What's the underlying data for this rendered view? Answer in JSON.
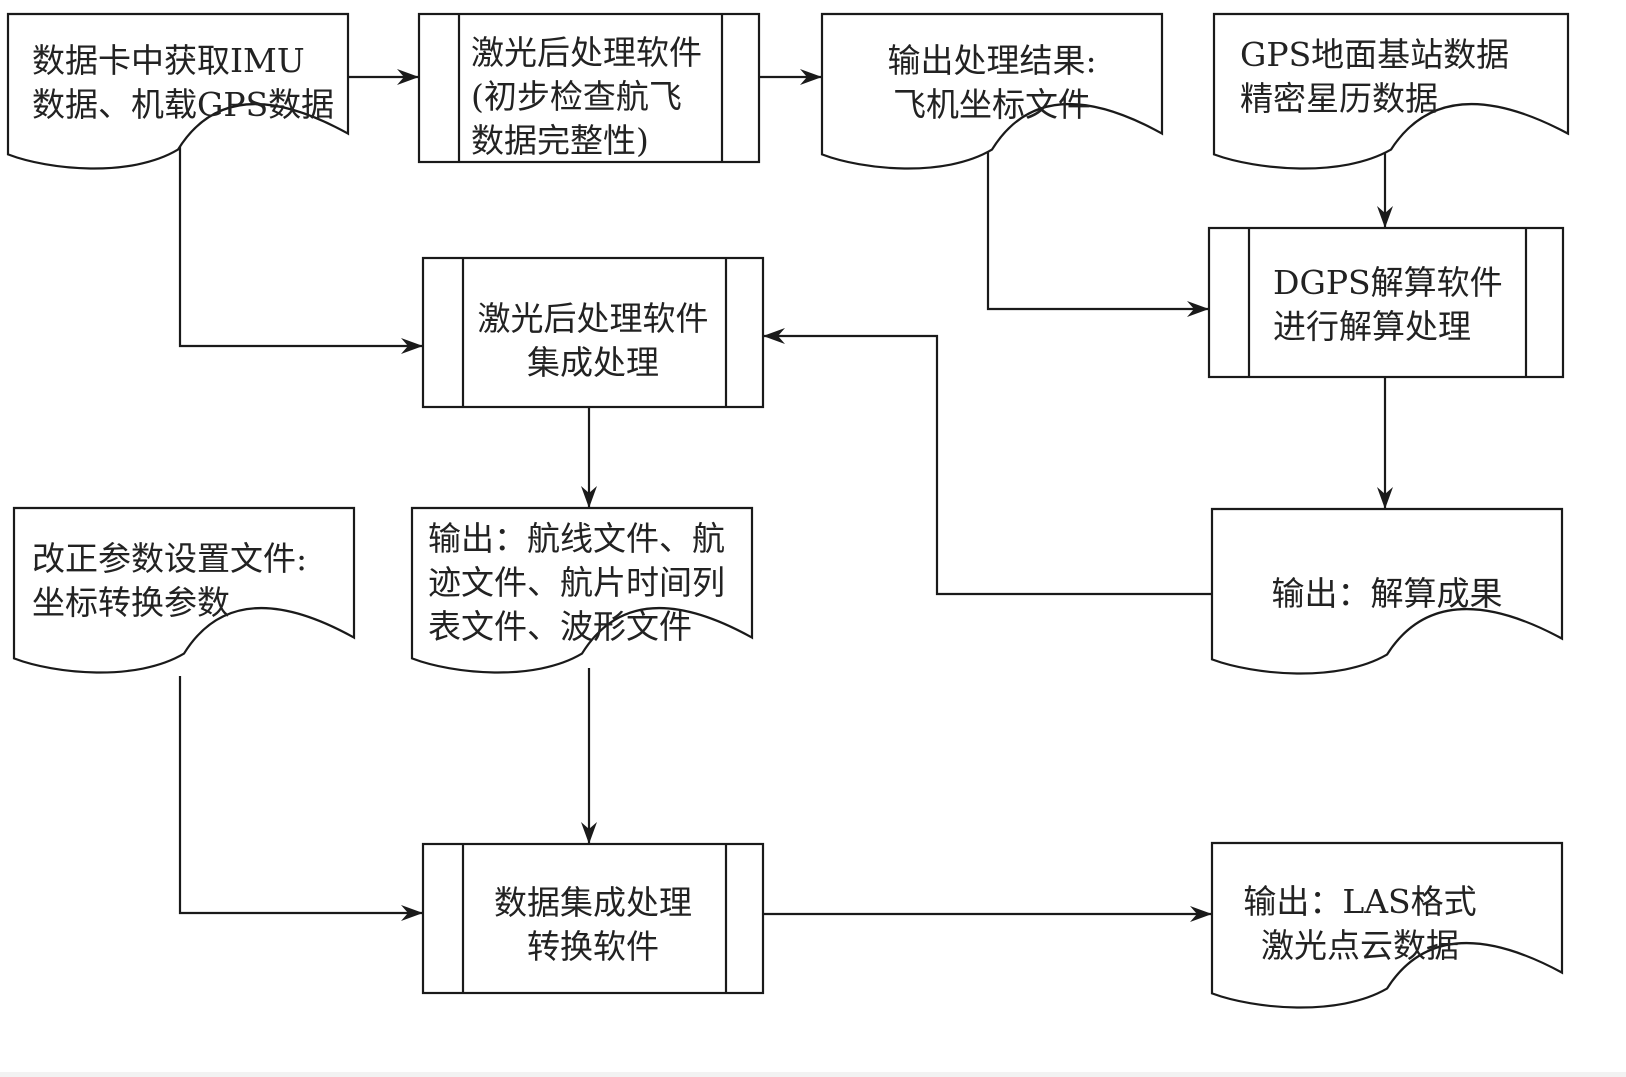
{
  "diagram": {
    "type": "flowchart",
    "nodes": [
      {
        "id": "n1",
        "shape": "document",
        "lines": [
          "数据卡中获取IMU",
          "数据、机载GPS数据"
        ],
        "align": "start"
      },
      {
        "id": "n2",
        "shape": "predefined-process",
        "lines": [
          "激光后处理软件",
          "(初步检查航飞",
          "数据完整性)"
        ],
        "align": "start"
      },
      {
        "id": "n3",
        "shape": "document",
        "lines": [
          "输出处理结果:",
          "飞机坐标文件"
        ],
        "align": "middle"
      },
      {
        "id": "n4",
        "shape": "document",
        "lines": [
          "GPS地面基站数据",
          "精密星历数据"
        ],
        "align": "start"
      },
      {
        "id": "n5",
        "shape": "predefined-process",
        "lines": [
          "激光后处理软件",
          "集成处理"
        ],
        "align": "middle"
      },
      {
        "id": "n6",
        "shape": "predefined-process",
        "lines": [
          "DGPS解算软件",
          "进行解算处理"
        ],
        "align": "start"
      },
      {
        "id": "n7",
        "shape": "document",
        "lines": [
          "改正参数设置文件:",
          "坐标转换参数"
        ],
        "align": "start"
      },
      {
        "id": "n8",
        "shape": "document",
        "lines": [
          "输出：航线文件、航",
          "迹文件、航片时间列",
          "表文件、波形文件"
        ],
        "align": "start"
      },
      {
        "id": "n9",
        "shape": "document",
        "lines": [
          "输出：解算成果"
        ],
        "align": "middle"
      },
      {
        "id": "n10",
        "shape": "predefined-process",
        "lines": [
          "数据集成处理",
          "转换软件"
        ],
        "align": "middle"
      },
      {
        "id": "n11",
        "shape": "document",
        "lines": [
          "输出：LAS格式",
          "激光点云数据"
        ],
        "align": "middle"
      }
    ],
    "edges": [
      {
        "from": "n1",
        "to": "n2"
      },
      {
        "from": "n2",
        "to": "n3"
      },
      {
        "from": "n1",
        "to": "n5"
      },
      {
        "from": "n3",
        "to": "n6"
      },
      {
        "from": "n4",
        "to": "n6"
      },
      {
        "from": "n6",
        "to": "n9"
      },
      {
        "from": "n9",
        "to": "n5"
      },
      {
        "from": "n5",
        "to": "n8"
      },
      {
        "from": "n8",
        "to": "n10"
      },
      {
        "from": "n7",
        "to": "n10"
      },
      {
        "from": "n10",
        "to": "n11"
      }
    ],
    "colors": {
      "stroke": "#1a1a1a",
      "text": "#222222",
      "background": "#ffffff"
    }
  }
}
